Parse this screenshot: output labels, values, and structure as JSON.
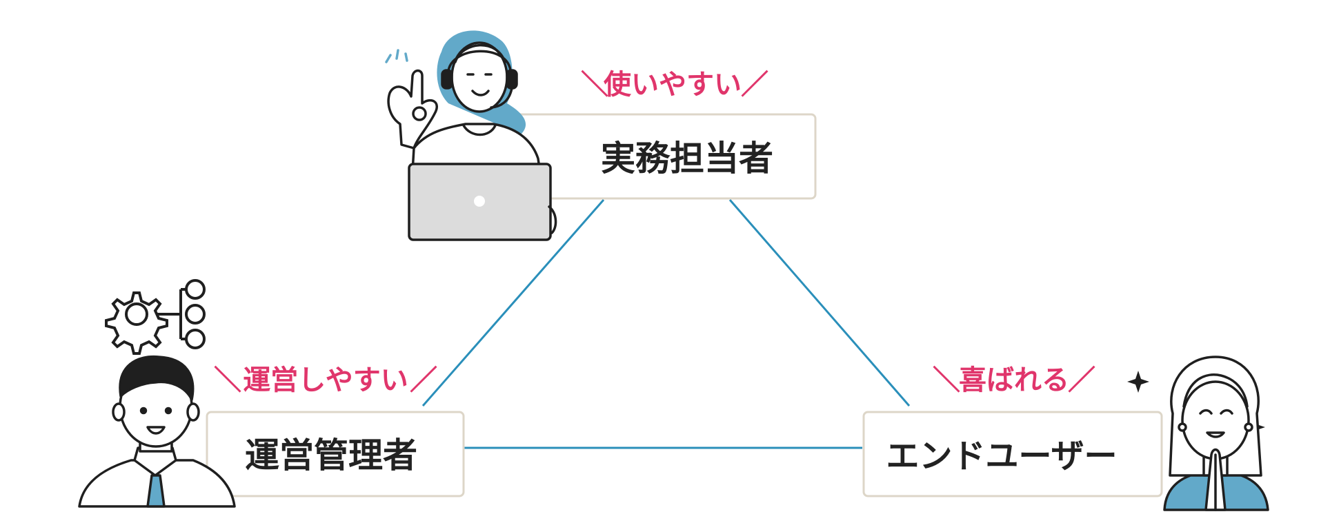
{
  "colors": {
    "connector": "#2a8fba",
    "tagline": "#e0356b",
    "box_border": "#ddd6c8",
    "text": "#222222",
    "accent_blue": "#62a9c9",
    "laptop_grey": "#dcdcdc",
    "outline": "#1f1f1f"
  },
  "nodes": {
    "staff": {
      "label": "実務担当者",
      "tagline": "使いやすい",
      "icon": "support-agent-with-laptop-icon"
    },
    "admin": {
      "label": "運営管理者",
      "tagline": "運営しやすい",
      "icon": "businessman-with-gear-network-icon"
    },
    "enduser": {
      "label": "エンドユーザー",
      "tagline": "喜ばれる",
      "icon": "happy-woman-icon"
    }
  },
  "slash_left": "＼",
  "slash_right": "／"
}
